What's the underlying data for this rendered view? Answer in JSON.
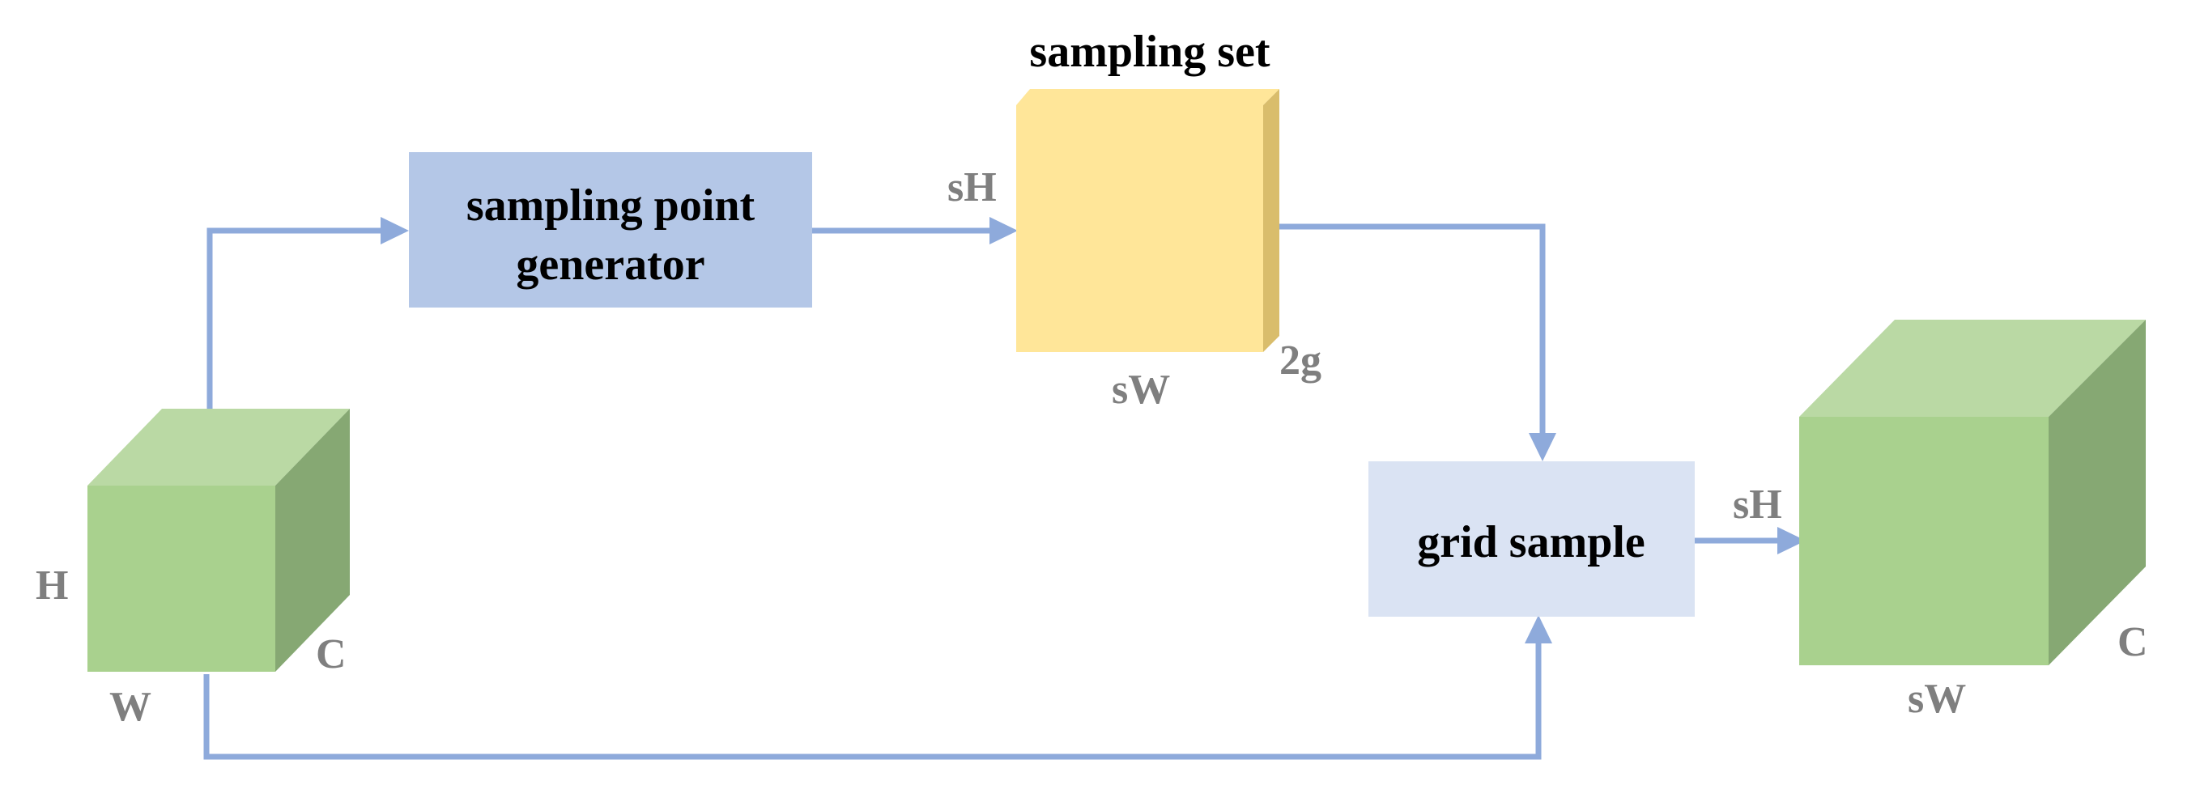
{
  "diagram": {
    "input_cube": {
      "height_label": "H",
      "width_label": "W",
      "channel_label": "C"
    },
    "generator_box": {
      "line1": "sampling point",
      "line2": "generator"
    },
    "sampling_set": {
      "title": "sampling set",
      "height_label": "sH",
      "width_label": "sW",
      "depth_label": "2g"
    },
    "grid_sample_box": {
      "label": "grid sample"
    },
    "output_cube": {
      "height_label": "sH",
      "width_label": "sW",
      "channel_label": "C"
    }
  },
  "colors": {
    "arrow": "#8eaadb",
    "generator_box": "#b4c7e7",
    "grid_sample_box": "#dae3f3",
    "sampling_set_front": "#ffe699",
    "cube_front": "#a9d18e",
    "cube_top": "#bad9a4",
    "cube_side": "#86a873",
    "label_gray": "#7f7f7f"
  }
}
